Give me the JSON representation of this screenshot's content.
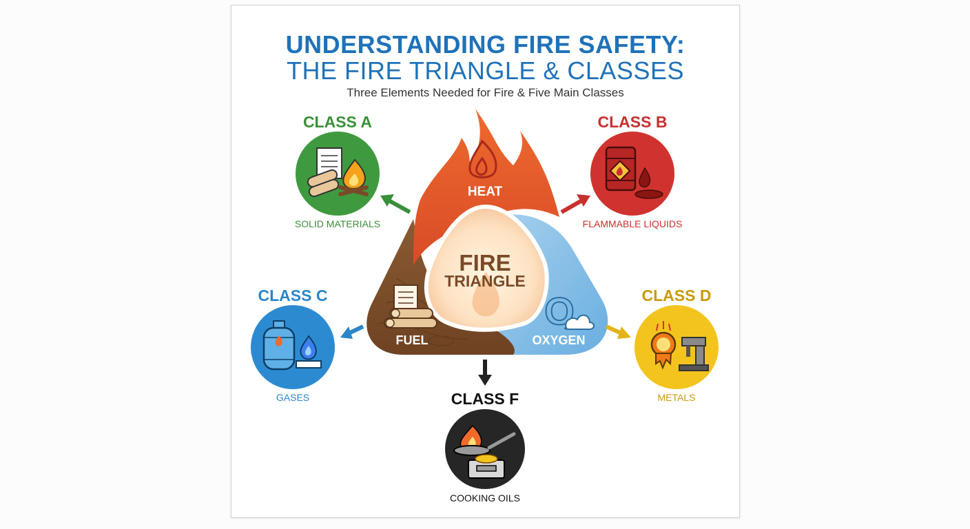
{
  "title_line1": "UNDERSTANDING FIRE SAFETY:",
  "title_line2": "THE FIRE TRIANGLE & CLASSES",
  "subtitle": "Three Elements Needed for Fire & Five Main Classes",
  "triangle": {
    "center_line1": "FIRE",
    "center_line2": "TRIANGLE",
    "heat": "HEAT",
    "fuel": "FUEL",
    "oxygen": "OXYGEN",
    "oxygen_symbol": "O"
  },
  "classes": {
    "a": {
      "title": "CLASS A",
      "label": "SOLID MATERIALS",
      "color": "#3a8f3a",
      "icon": "paper-wood-fire-icon"
    },
    "b": {
      "title": "CLASS B",
      "label": "FLAMMABLE LIQUIDS",
      "color": "#c8302e",
      "icon": "fuel-barrel-icon"
    },
    "c": {
      "title": "CLASS C",
      "label": "GASES",
      "color": "#2a86c8",
      "icon": "gas-cylinder-icon"
    },
    "d": {
      "title": "CLASS D",
      "label": "METALS",
      "color": "#e3b418",
      "icon": "molten-metal-icon"
    },
    "f": {
      "title": "CLASS F",
      "label": "COOKING OILS",
      "color": "#222222",
      "icon": "frying-pan-icon"
    }
  }
}
